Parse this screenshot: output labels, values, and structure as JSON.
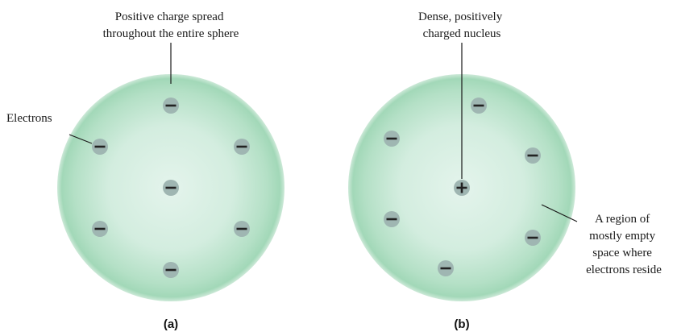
{
  "panel_a": {
    "annotation_line_1": "Positive charge spread",
    "annotation_line_2": "throughout the entire sphere",
    "electrons_label": "Electrons",
    "caption": "(a)"
  },
  "panel_b": {
    "nucleus_line_1": "Dense, positively",
    "nucleus_line_2": "charged nucleus",
    "region_line_1": "A region of",
    "region_line_2": "mostly empty",
    "region_line_3": "space where",
    "region_line_4": "electrons reside",
    "caption": "(b)"
  },
  "colors": {
    "sphere_center": "#e4f4ec",
    "sphere_mid": "#bde4cd",
    "sphere_edge": "#8fcfa9",
    "sign_disc": "#9fb6b2",
    "sign_mark": "#222222"
  }
}
